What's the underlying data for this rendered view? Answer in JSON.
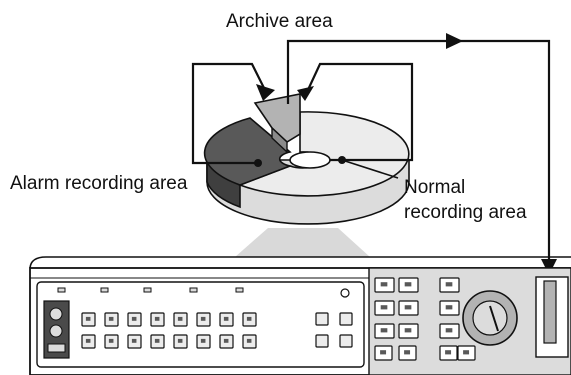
{
  "labels": {
    "archive_area": "Archive area",
    "alarm_area": "Alarm recording area",
    "normal_line1": "Normal",
    "normal_line2": "recording area"
  },
  "colors": {
    "alarm_sector": "#595959",
    "archive_sector": "#b3b3b3",
    "normal_sector": "#ececec",
    "outline": "#111111",
    "device_body": "#ffffff",
    "panel": "#dcdcdc"
  },
  "icons": {
    "disc": "hdd-disc-icon",
    "arrow": "arrowhead-icon",
    "jog": "jog-shuttle-dial-icon"
  }
}
